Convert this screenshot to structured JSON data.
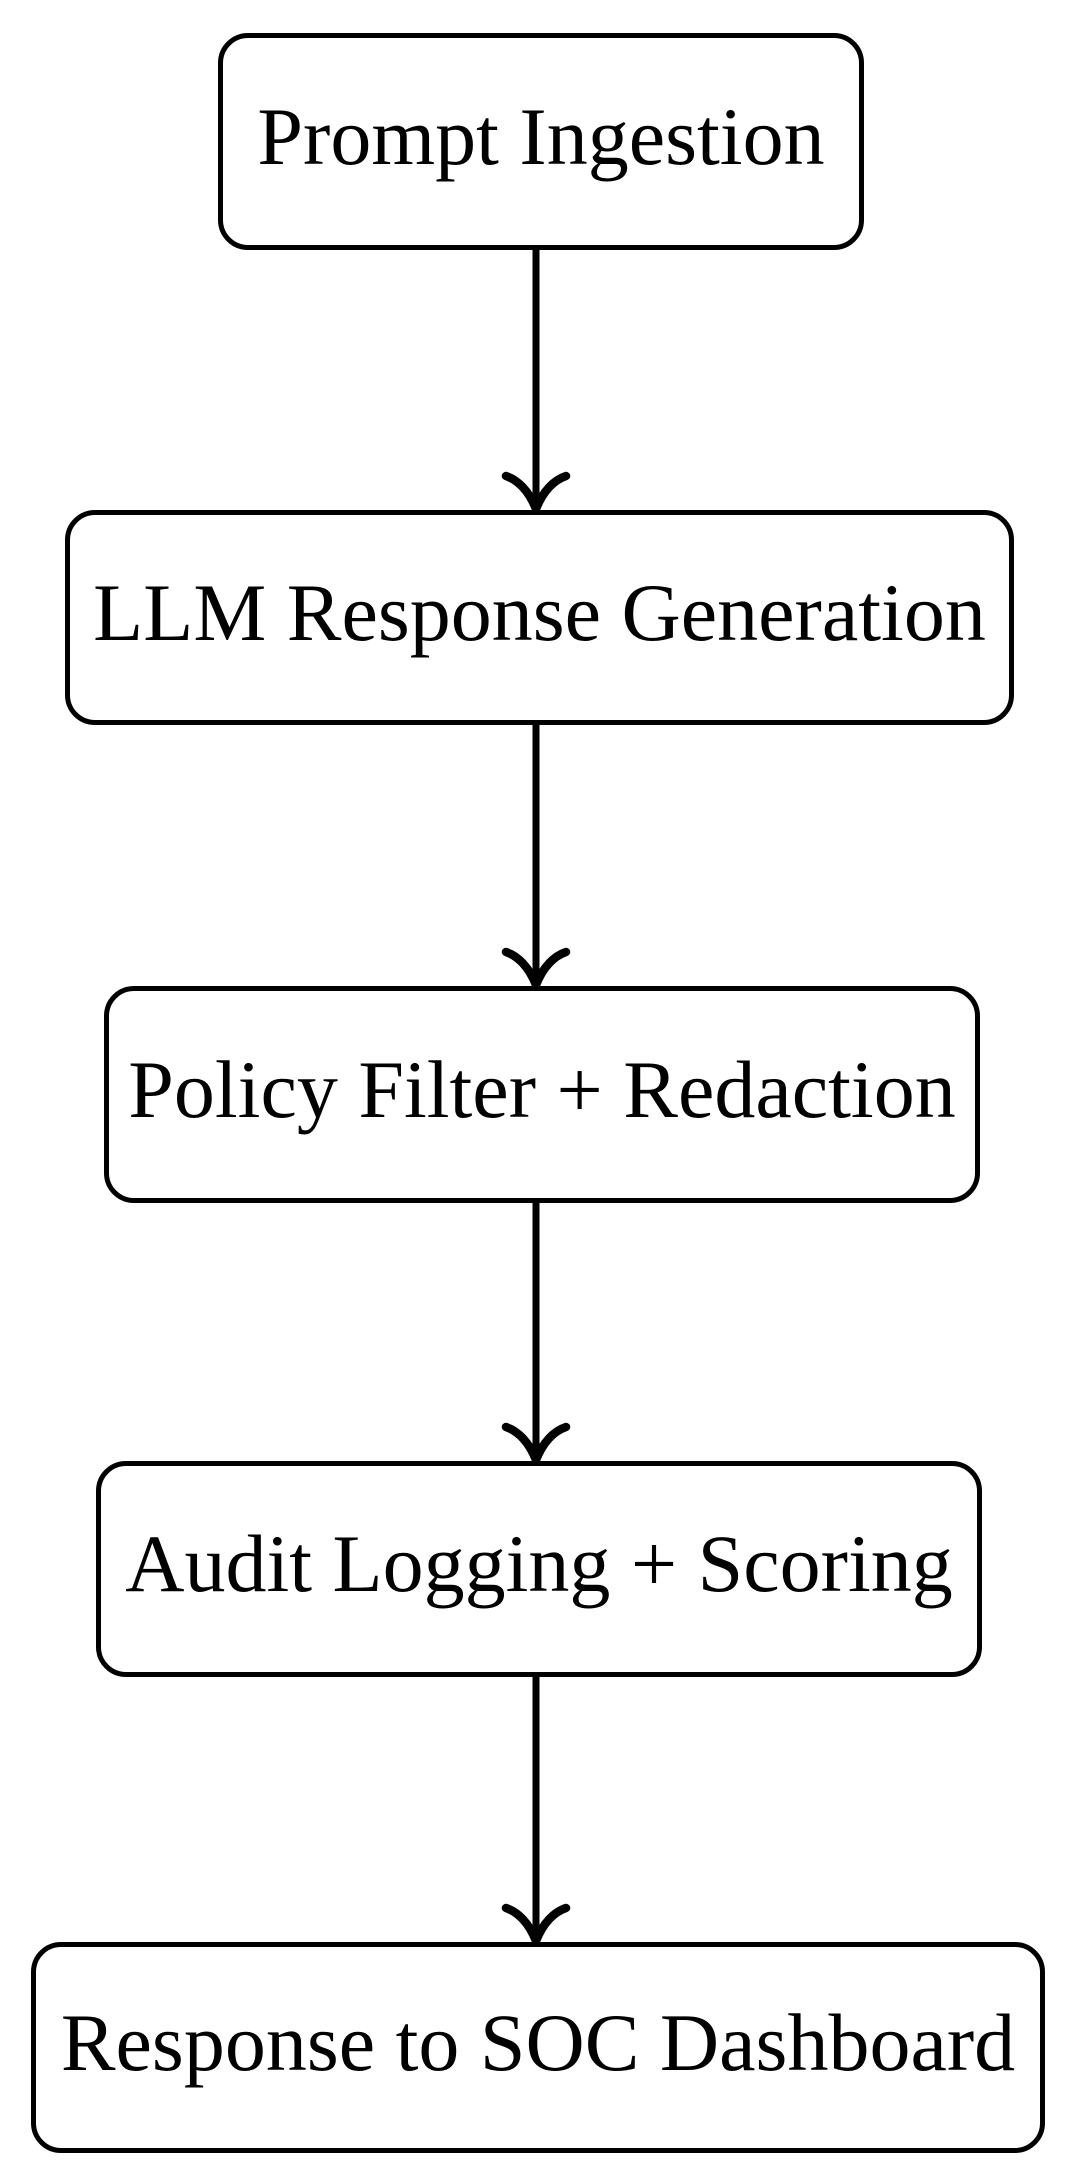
{
  "diagram": {
    "title": "LLM SOC pipeline flowchart",
    "background_color": "#ffffff",
    "stroke_color": "#000000",
    "text_color": "#000000",
    "nodes": [
      {
        "id": "prompt-ingestion",
        "label": "Prompt Ingestion"
      },
      {
        "id": "llm-response-generation",
        "label": "LLM Response Generation"
      },
      {
        "id": "policy-filter-redaction",
        "label": "Policy Filter + Redaction"
      },
      {
        "id": "audit-logging-scoring",
        "label": "Audit Logging + Scoring"
      },
      {
        "id": "response-to-soc-dashboard",
        "label": "Response to SOC Dashboard"
      }
    ],
    "edges": [
      {
        "from": "prompt-ingestion",
        "to": "llm-response-generation"
      },
      {
        "from": "llm-response-generation",
        "to": "policy-filter-redaction"
      },
      {
        "from": "policy-filter-redaction",
        "to": "audit-logging-scoring"
      },
      {
        "from": "audit-logging-scoring",
        "to": "response-to-soc-dashboard"
      }
    ]
  }
}
